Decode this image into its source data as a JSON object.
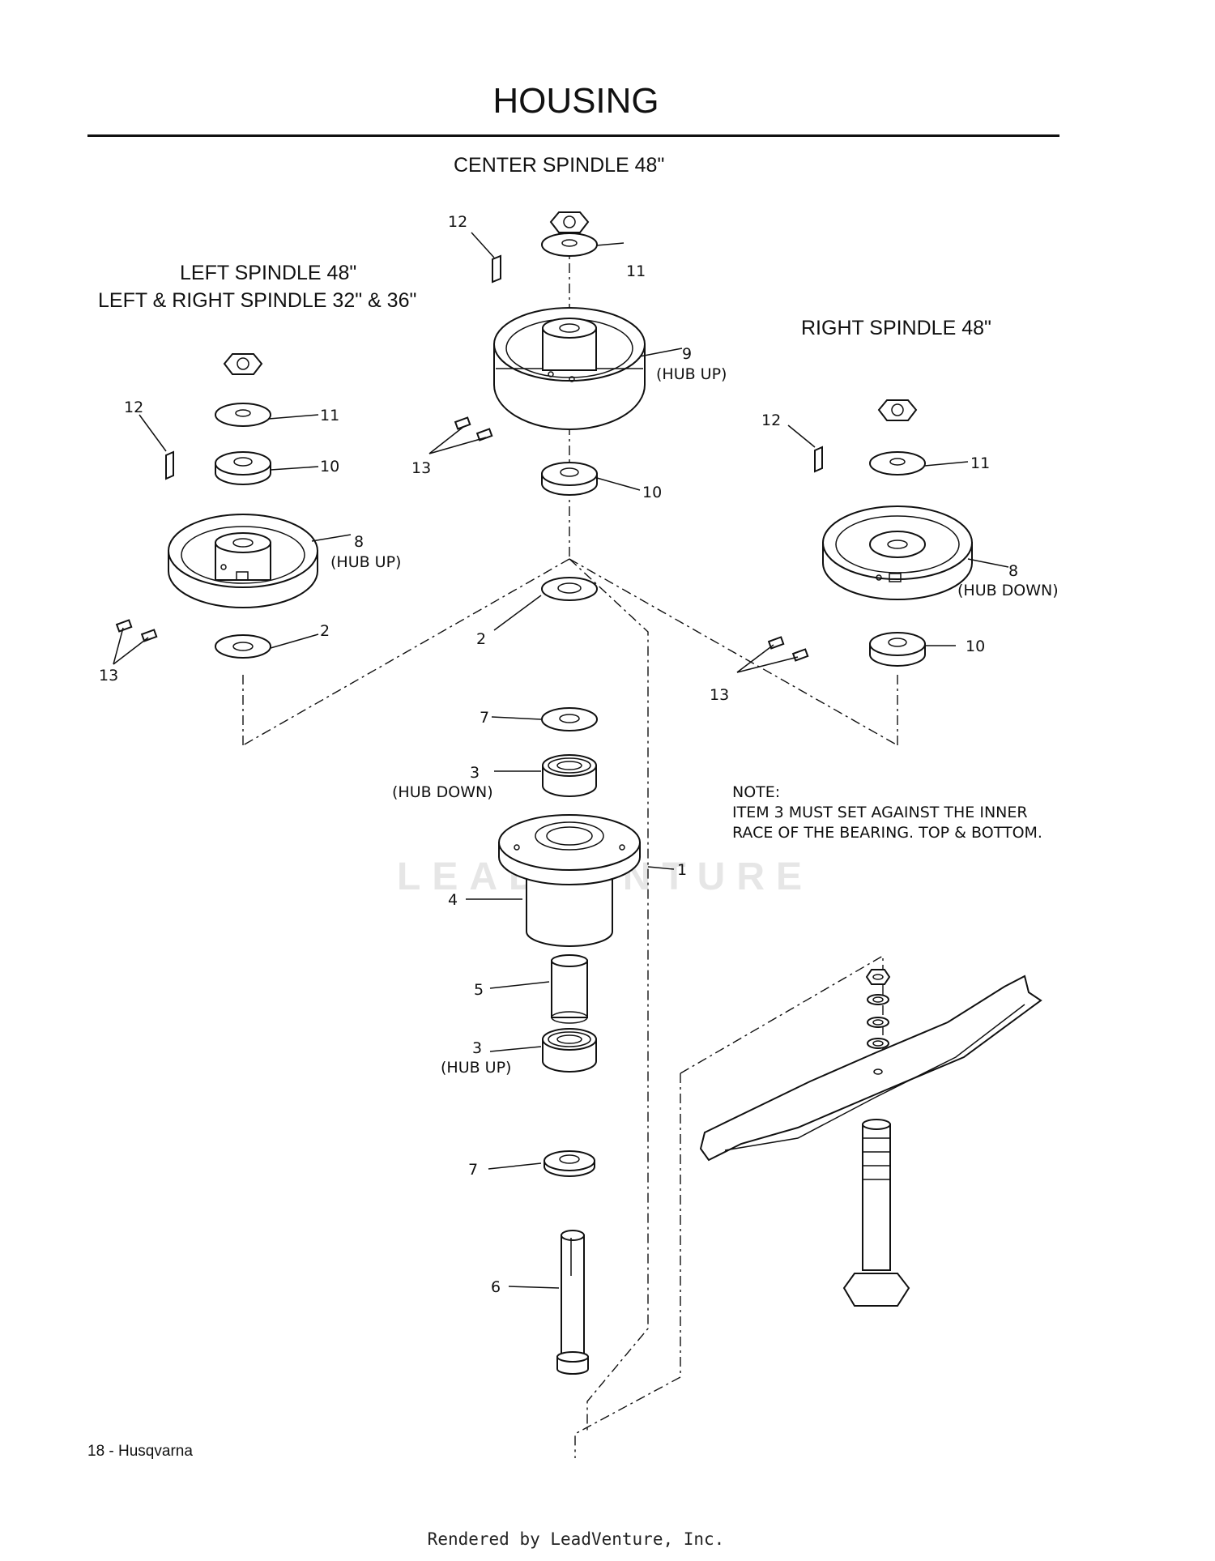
{
  "page": {
    "title": "HOUSING",
    "footer": "18 - Husqvarna",
    "rendered_by": "Rendered by LeadVenture, Inc.",
    "watermark": "LEADVENTURE"
  },
  "sections": {
    "center": "CENTER SPINDLE 48\"",
    "left_line1": "LEFT SPINDLE 48\"",
    "left_line2": "LEFT & RIGHT SPINDLE 32\" & 36\"",
    "right": "RIGHT SPINDLE 48\""
  },
  "note": {
    "line1": "NOTE:",
    "line2": "ITEM 3 MUST SET AGAINST THE INNER",
    "line3": "RACE OF THE BEARING. TOP & BOTTOM."
  },
  "labels": {
    "c12": "12",
    "c11": "11",
    "c9": "9",
    "c9_sub": "(HUB UP)",
    "c13": "13",
    "c10": "10",
    "l12": "12",
    "l11": "11",
    "l10": "10",
    "l8": "8",
    "l8_sub": "(HUB UP)",
    "l13": "13",
    "l2": "2",
    "r12": "12",
    "r11": "11",
    "r8": "8",
    "r8_sub": "(HUB DOWN)",
    "r10": "10",
    "r13": "13",
    "s2": "2",
    "s7a": "7",
    "s3a": "3",
    "s3a_sub": "(HUB DOWN)",
    "s1": "1",
    "s4": "4",
    "s5": "5",
    "s3b": "3",
    "s3b_sub": "(HUB UP)",
    "s7b": "7",
    "s6": "6"
  },
  "icons": [
    "hex-nut-icon",
    "washer-icon",
    "pulley-icon",
    "bearing-icon",
    "spindle-housing-icon",
    "spacer-icon",
    "shaft-icon",
    "blade-icon",
    "bolt-icon",
    "set-screw-icon",
    "key-icon"
  ]
}
